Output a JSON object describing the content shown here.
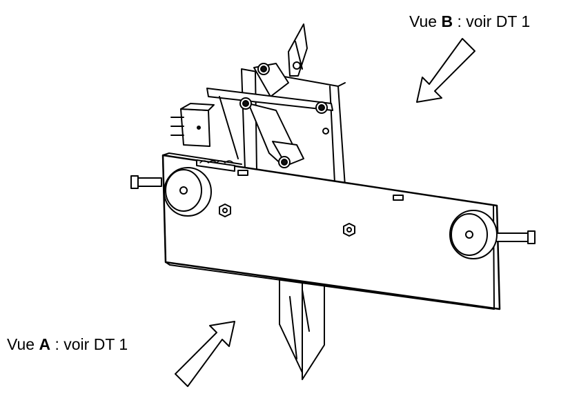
{
  "annotations": {
    "view_b": {
      "prefix": "Vue ",
      "letter": "B",
      "suffix": " : voir DT 1"
    },
    "view_a": {
      "prefix": "Vue ",
      "letter": "A",
      "suffix": " : voir DT 1"
    }
  },
  "colors": {
    "line": "#000000",
    "fill": "#ffffff",
    "dark": "#111111"
  }
}
